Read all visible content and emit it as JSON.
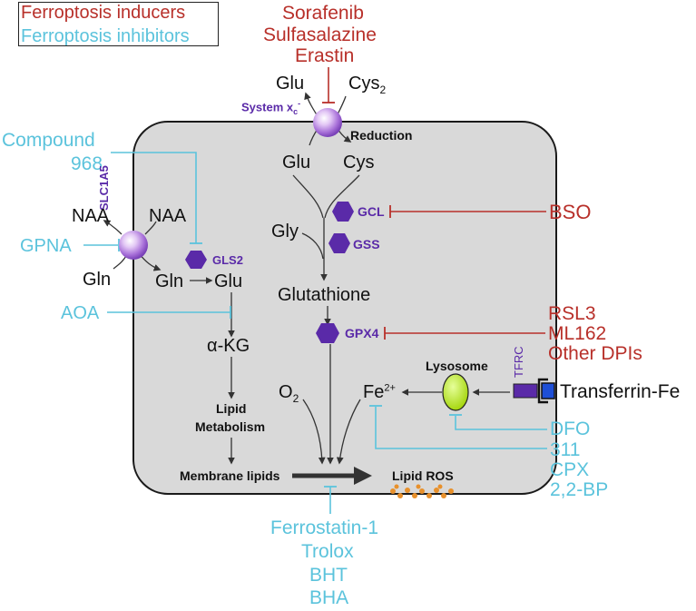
{
  "legend": {
    "inducers": "Ferroptosis inducers",
    "inhibitors": "Ferroptosis inhibitors"
  },
  "inducers": {
    "sorafenib": "Sorafenib",
    "sulfasalazine": "Sulfasalazine",
    "erastin": "Erastin",
    "bso": "BSO",
    "rsl3": "RSL3",
    "ml162": "ML162",
    "other_dpis": "Other DPIs"
  },
  "inhibitors": {
    "compound": "Compound",
    "compound_num": "968",
    "gpna": "GPNA",
    "aoa": "AOA",
    "dfo": "DFO",
    "i311": "311",
    "cpx": "CPX",
    "bp": "2,2-BP",
    "ferrostatin": "Ferrostatin-1",
    "trolox": "Trolox",
    "bht": "BHT",
    "bha": "BHA"
  },
  "molecules": {
    "glu_out": "Glu",
    "cys2_base": "Cys",
    "cys2_sub": "2",
    "glu_in": "Glu",
    "cys_in": "Cys",
    "reduction": "Reduction",
    "gly": "Gly",
    "glutathione": "Glutathione",
    "naa_out": "NAA",
    "naa_in": "NAA",
    "gln_out": "Gln",
    "gln_in": "Gln",
    "glu_mid": "Glu",
    "akg": "α-KG",
    "lipid": "Lipid",
    "metabolism": "Metabolism",
    "membrane_lipids": "Membrane lipids",
    "lipid_ros": "Lipid ROS",
    "o2_base": "O",
    "o2_sub": "2",
    "fe_base": "Fe",
    "fe_sup": "2+",
    "lysosome": "Lysosome",
    "transferrin": "Transferrin-Fe"
  },
  "proteins": {
    "system_xc_base": "System x",
    "system_xc_sub": "c",
    "system_xc_sup": "-",
    "slc1a5": "SLC1A5",
    "gls2": "GLS2",
    "gcl": "GCL",
    "gss": "GSS",
    "gpx4": "GPX4",
    "tfrc": "TFRC"
  },
  "colors": {
    "inducer": "#b8302a",
    "inhibitor": "#5bc3dc",
    "protein": "#5a2aa8",
    "cell_fill": "#d9d9d9",
    "lysosome": "#b6e21c",
    "ros_dots": "#e8902b"
  }
}
